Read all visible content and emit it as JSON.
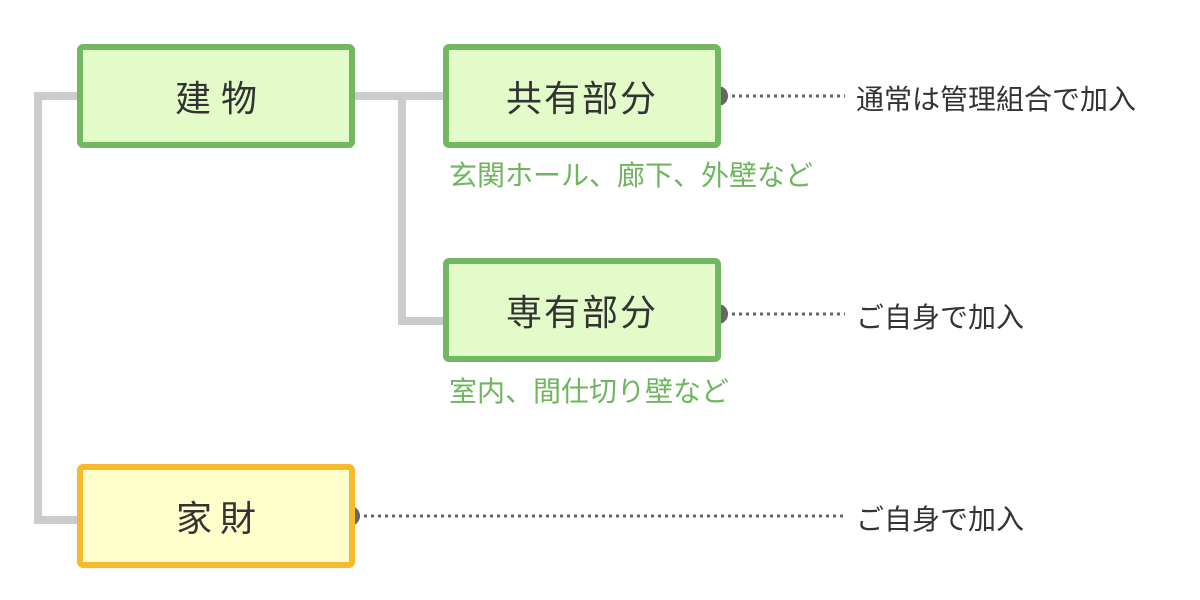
{
  "nodes": {
    "building": "建物",
    "common_area": "共有部分",
    "private_area": "専有部分",
    "household_goods": "家財"
  },
  "notes": {
    "common_area": "玄関ホール、廊下、外壁など",
    "private_area": "室内、間仕切り壁など"
  },
  "enrollment": {
    "common_area": "通常は管理組合で加入",
    "private_area": "ご自身で加入",
    "household_goods": "ご自身で加入"
  },
  "colors": {
    "green_border": "#72b862",
    "green_fill": "#e3fbc8",
    "yellow_border": "#f8b92e",
    "yellow_fill": "#ffffcc",
    "connector": "#cccccc",
    "dot": "#666666",
    "note_text": "#6db65d",
    "text": "#333333"
  }
}
